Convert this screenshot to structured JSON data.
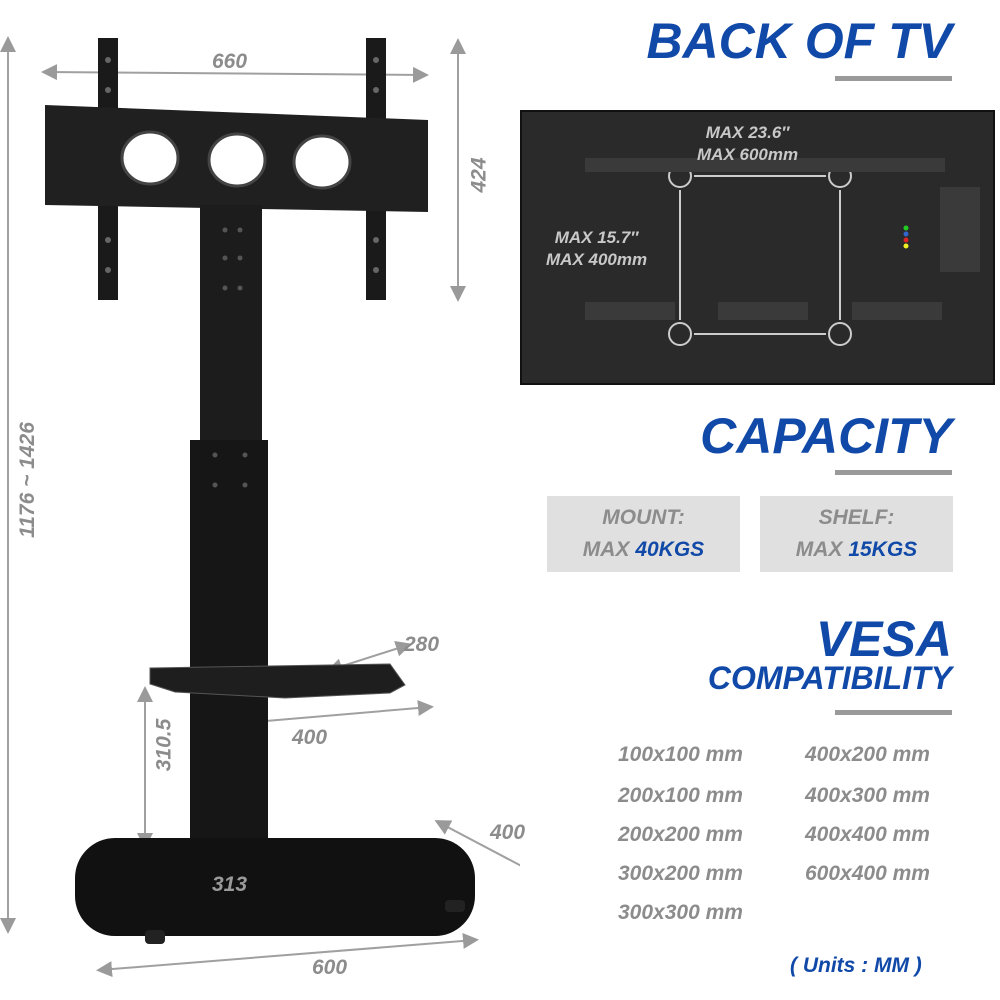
{
  "stand_dimensions": {
    "bracket_width": "660",
    "bracket_height": "424",
    "total_height": "1176 ~ 1426",
    "shelf_depth": "280",
    "shelf_width": "400",
    "shelf_height": "310.5",
    "base_depth": "400",
    "column_base": "313",
    "base_width": "600"
  },
  "back_of_tv": {
    "title": "BACK OF TV",
    "horizontal_in": "MAX 23.6″",
    "horizontal_mm": "MAX 600mm",
    "vertical_in": "MAX 15.7″",
    "vertical_mm": "MAX 400mm"
  },
  "capacity": {
    "title": "CAPACITY",
    "mount_label": "MOUNT:",
    "mount_max": "MAX",
    "mount_value": "40KGS",
    "shelf_label": "SHELF:",
    "shelf_max": "MAX",
    "shelf_value": "15KGS"
  },
  "vesa": {
    "title": "VESA",
    "subtitle": "COMPATIBILITY",
    "col1": [
      "100x100 mm",
      "200x100 mm",
      "200x200 mm",
      "300x200 mm",
      "300x300 mm"
    ],
    "col2": [
      "400x200 mm",
      "400x300 mm",
      "400x400 mm",
      "600x400 mm"
    ]
  },
  "units_note": "( Units : MM )",
  "colors": {
    "accent": "#1149a8",
    "gray_text": "#8c8c8c",
    "box_bg": "#e0e0e0"
  }
}
